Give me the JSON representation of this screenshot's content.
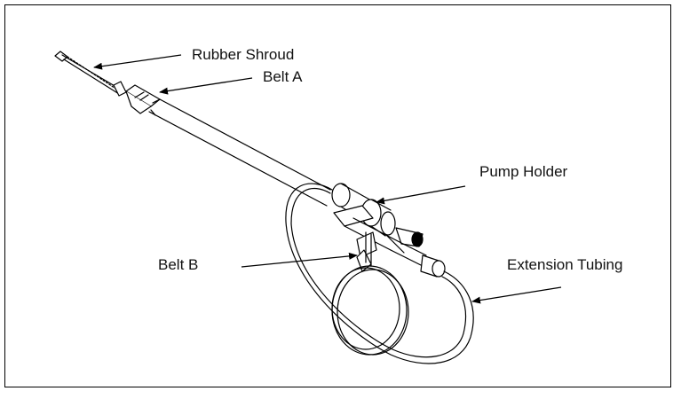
{
  "labels": {
    "rubber_shroud": "Rubber Shroud",
    "belt_a": "Belt A",
    "pump_holder": "Pump Holder",
    "belt_b": "Belt B",
    "extension_tubing": "Extension Tubing"
  },
  "colors": {
    "line": "#000000",
    "background": "#ffffff"
  }
}
